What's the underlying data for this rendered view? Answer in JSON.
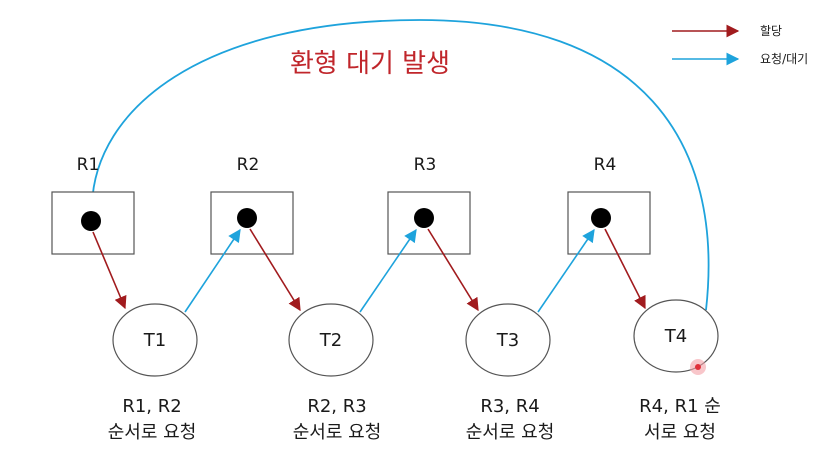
{
  "title": "환형 대기 발생",
  "legend": {
    "allocate": "할당",
    "request_wait": "요청/대기"
  },
  "colors": {
    "allocate": "#a11b1e",
    "request": "#1ea3dc",
    "title": "#c0262b",
    "cursor": "#e0303a"
  },
  "resources": [
    {
      "label": "R1"
    },
    {
      "label": "R2"
    },
    {
      "label": "R3"
    },
    {
      "label": "R4"
    }
  ],
  "threads": [
    {
      "label": "T1",
      "caption_line1": "R1, R2",
      "caption_line2": "순서로 요청"
    },
    {
      "label": "T2",
      "caption_line1": "R2, R3",
      "caption_line2": "순서로 요청"
    },
    {
      "label": "T3",
      "caption_line1": "R3, R4",
      "caption_line2": "순서로 요청"
    },
    {
      "label": "T4",
      "caption_line1": "R4, R1 순",
      "caption_line2": "서로 요청"
    }
  ]
}
